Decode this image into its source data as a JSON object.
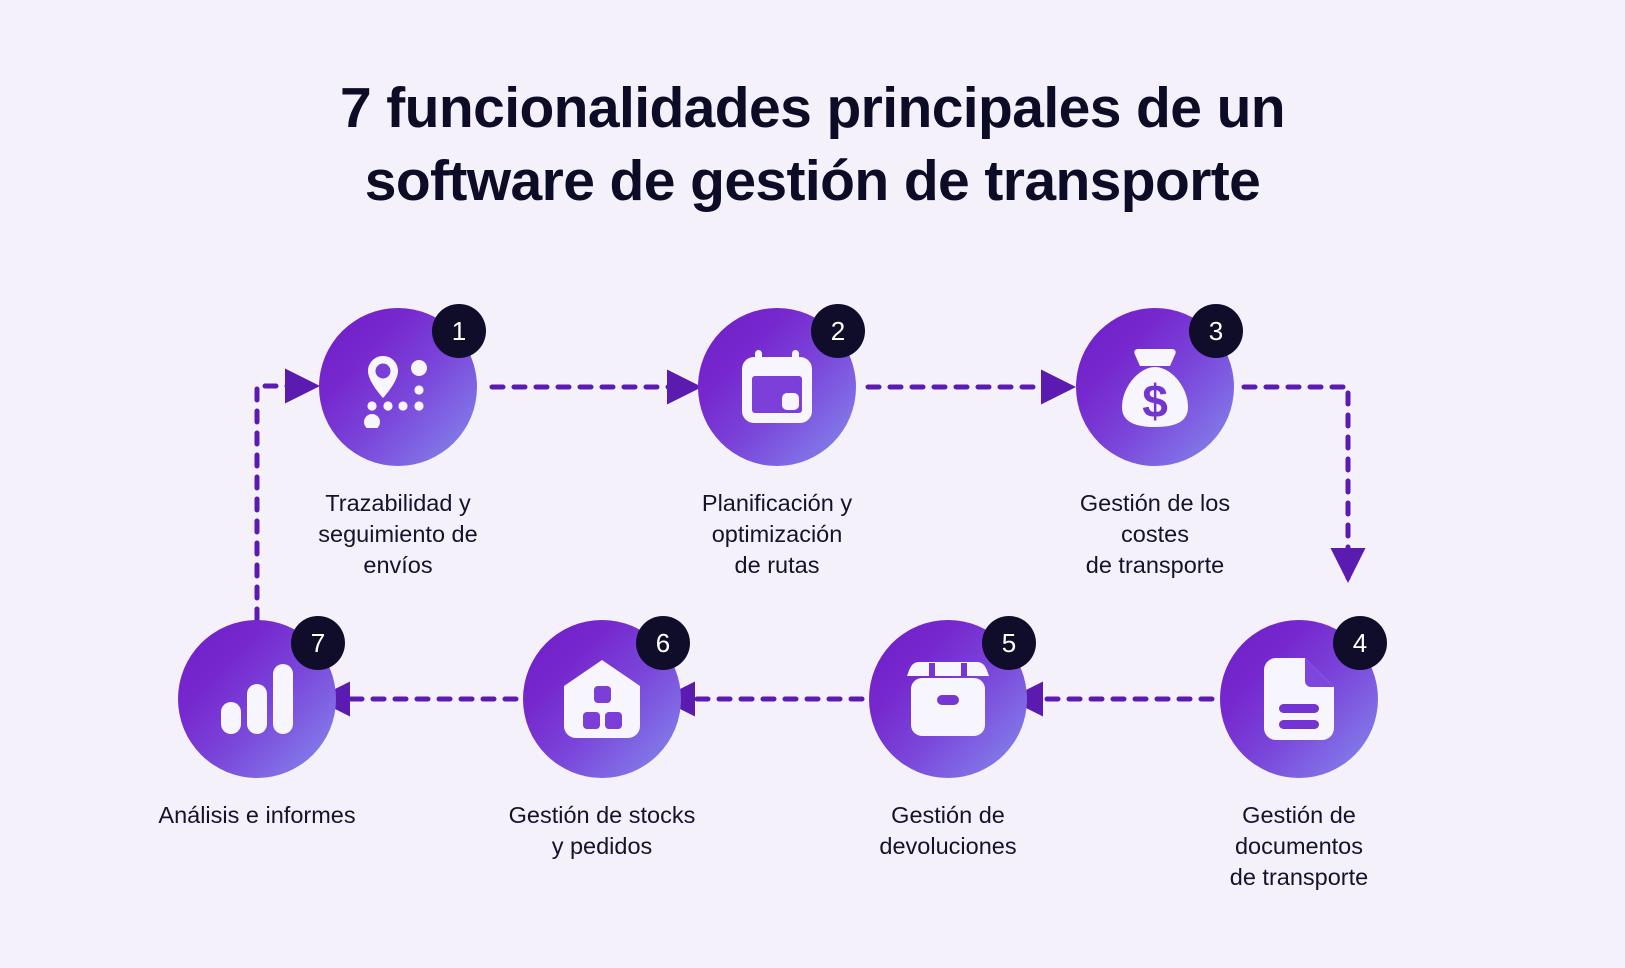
{
  "background_color": "#f4f1fb",
  "accent_color": "#6d1fc7",
  "arrow_color": "#5b1bb0",
  "badge_color": "#100d2b",
  "text_color": "#14132b",
  "title": {
    "line1": "7 funcionalidades principales de un",
    "line2": "software de gestión de transporte"
  },
  "steps": [
    {
      "number": "1",
      "icon": "location-pin-route-icon",
      "caption": "Trazabilidad y\nseguimiento de envíos"
    },
    {
      "number": "2",
      "icon": "calendar-icon",
      "caption": "Planificación y optimización\nde rutas"
    },
    {
      "number": "3",
      "icon": "money-bag-icon",
      "caption": "Gestión de los costes\nde transporte"
    },
    {
      "number": "4",
      "icon": "document-icon",
      "caption": "Gestión de documentos\nde transporte"
    },
    {
      "number": "5",
      "icon": "box-return-icon",
      "caption": "Gestión de\ndevoluciones"
    },
    {
      "number": "6",
      "icon": "warehouse-icon",
      "caption": "Gestión de stocks\ny pedidos"
    },
    {
      "number": "7",
      "icon": "bar-chart-icon",
      "caption": "Análisis e informes"
    }
  ],
  "connectors": [
    {
      "name": "arrow-1-to-2",
      "direction": "right"
    },
    {
      "name": "arrow-2-to-3",
      "direction": "right"
    },
    {
      "name": "arrow-3-to-4",
      "direction": "down"
    },
    {
      "name": "arrow-4-to-5",
      "direction": "left"
    },
    {
      "name": "arrow-5-to-6",
      "direction": "left"
    },
    {
      "name": "arrow-6-to-7",
      "direction": "left"
    },
    {
      "name": "arrow-7-to-1",
      "direction": "up-right"
    }
  ]
}
